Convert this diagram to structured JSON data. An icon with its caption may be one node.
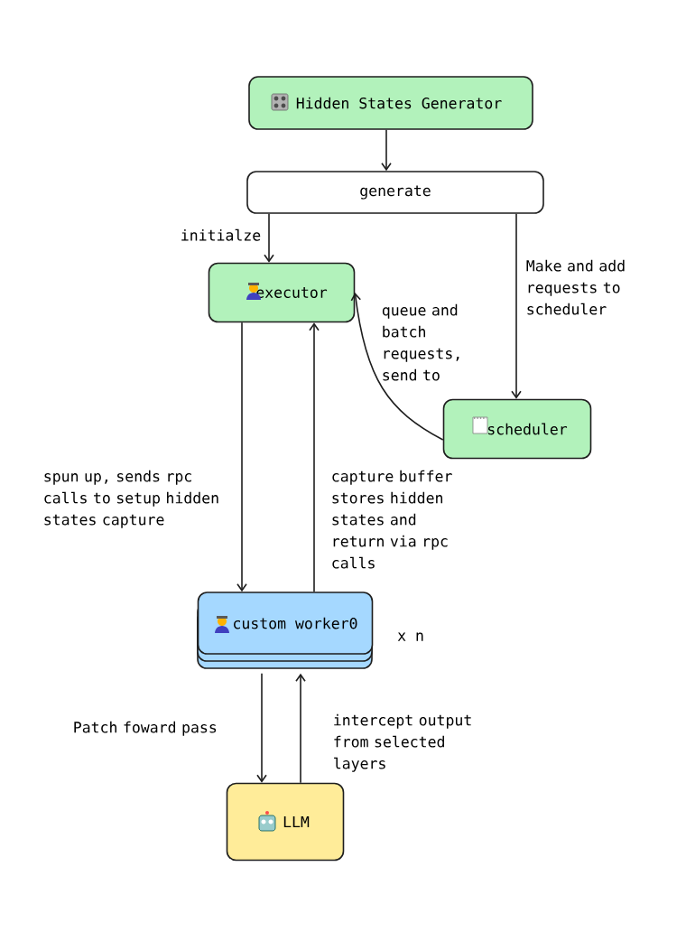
{
  "diagram": {
    "nodes": [
      {
        "text": [
          "Hidden States Generator"
        ]
      },
      {
        "text": [
          "generate"
        ]
      },
      {
        "text": [
          "executor"
        ]
      },
      {
        "text": [
          "scheduler"
        ]
      },
      {
        "text": [
          "custom worker0"
        ],
        "beside": [
          "x n"
        ]
      },
      {
        "text": [
          "LLM"
        ]
      }
    ],
    "edges": [
      {
        "from": 0,
        "to": 1,
        "arrow": "to"
      },
      {
        "from": 1,
        "to": 2,
        "arrow": "to",
        "label": "initialze"
      },
      {
        "from": 1,
        "to": 3,
        "arrow": "to",
        "label": "Make and add requests to scheduler"
      },
      {
        "from": 3,
        "to": 2,
        "arrow": "to",
        "label": "queue and batch requests, send to"
      },
      {
        "from": 2,
        "to": 4,
        "arrow": "to",
        "label": "spun up, sends rpc calls to setup hidden states capture"
      },
      {
        "from": 4,
        "to": 2,
        "arrow": "to",
        "label": "capture buffer stores hidden states and return via rpc calls"
      },
      {
        "from": 4,
        "to": 5,
        "arrow": "to",
        "label": "Patch foward pass"
      },
      {
        "from": 5,
        "to": 4,
        "arrow": "to",
        "label": "intercept output from selected layers"
      }
    ]
  }
}
